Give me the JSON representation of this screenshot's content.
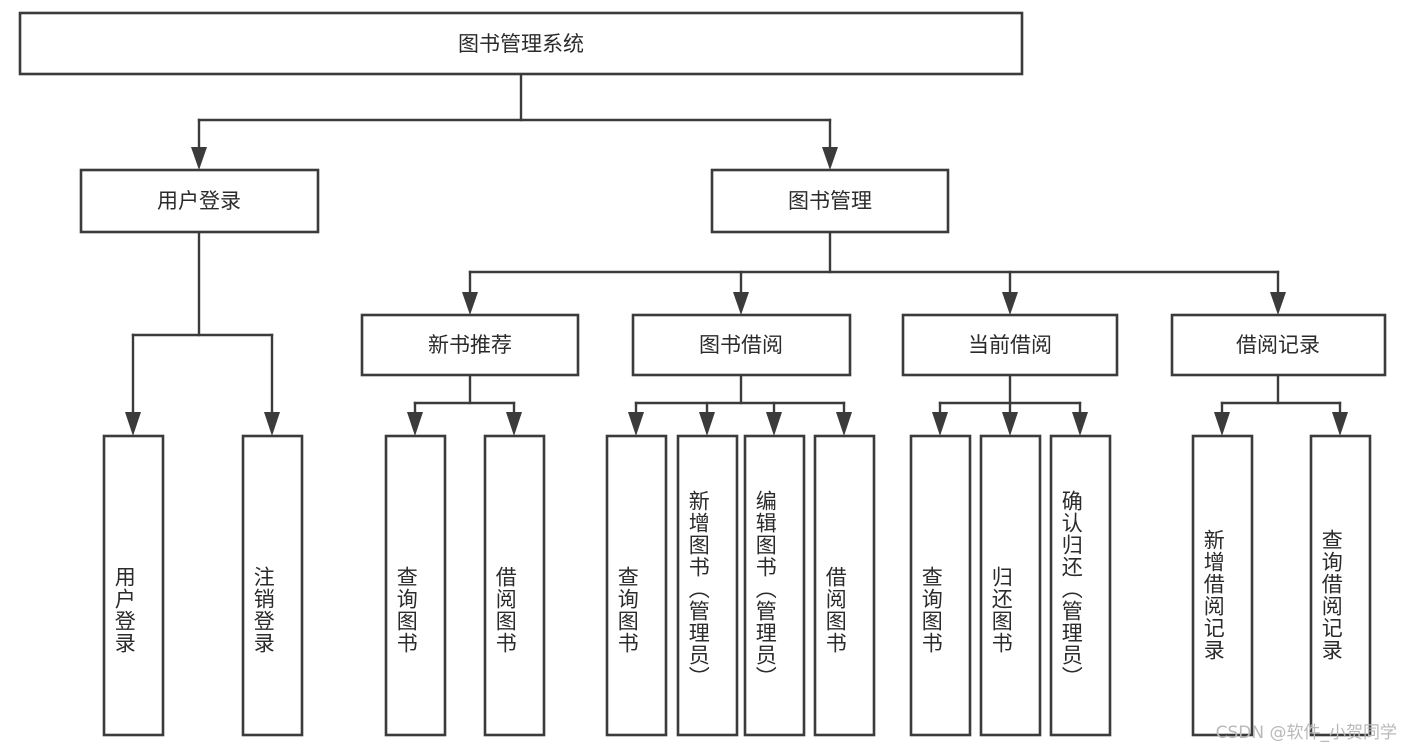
{
  "diagram": {
    "type": "tree-hierarchy",
    "title": "图书管理系统",
    "watermark": "CSDN @软件_小贺同学",
    "colors": {
      "box_stroke": "#3b3b3b",
      "box_fill": "#ffffff",
      "connector": "#3b3b3b",
      "text": "#2b2b2b",
      "watermark": "#b9b9b9",
      "background": "#ffffff"
    },
    "root": {
      "label": "图书管理系统"
    },
    "level2": [
      {
        "label": "用户登录"
      },
      {
        "label": "图书管理"
      }
    ],
    "level3": [
      {
        "label": "新书推荐"
      },
      {
        "label": "图书借阅"
      },
      {
        "label": "当前借阅"
      },
      {
        "label": "借阅记录"
      }
    ],
    "leaves": {
      "user_login": [
        {
          "label": "用户登录"
        },
        {
          "label": "注销登录"
        }
      ],
      "new_book": [
        {
          "label": "查询图书"
        },
        {
          "label": "借阅图书"
        }
      ],
      "book_borrow": [
        {
          "label": "查询图书"
        },
        {
          "label": "新增图书（管理员）"
        },
        {
          "label": "编辑图书（管理员）"
        },
        {
          "label": "借阅图书"
        }
      ],
      "current_borrow": [
        {
          "label": "查询图书"
        },
        {
          "label": "归还图书"
        },
        {
          "label": "确认归还（管理员）"
        }
      ],
      "borrow_record": [
        {
          "label": "新增借阅记录"
        },
        {
          "label": "查询借阅记录"
        }
      ]
    }
  }
}
